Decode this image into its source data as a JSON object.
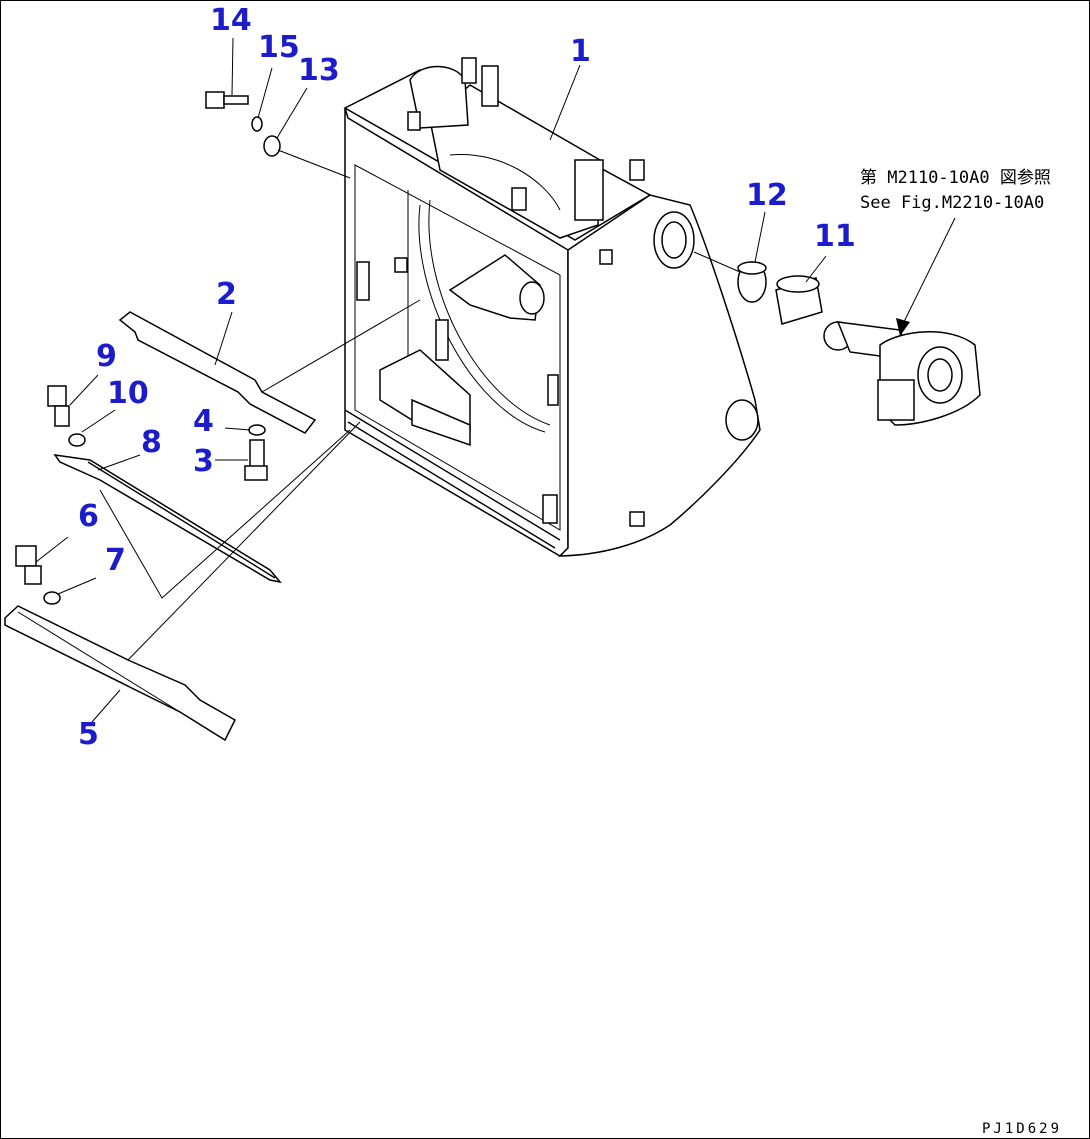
{
  "diagram": {
    "callouts": [
      {
        "id": "c1",
        "label": "1"
      },
      {
        "id": "c2",
        "label": "2"
      },
      {
        "id": "c3",
        "label": "3"
      },
      {
        "id": "c4",
        "label": "4"
      },
      {
        "id": "c5",
        "label": "5"
      },
      {
        "id": "c6",
        "label": "6"
      },
      {
        "id": "c7",
        "label": "7"
      },
      {
        "id": "c8",
        "label": "8"
      },
      {
        "id": "c9",
        "label": "9"
      },
      {
        "id": "c10",
        "label": "10"
      },
      {
        "id": "c11",
        "label": "11"
      },
      {
        "id": "c12",
        "label": "12"
      },
      {
        "id": "c13",
        "label": "13"
      },
      {
        "id": "c14",
        "label": "14"
      },
      {
        "id": "c15",
        "label": "15"
      }
    ],
    "reference_jp": "第 M2110-10A0 図参照",
    "reference_en": "See Fig.M2210-10A0",
    "figure_code": "PJ1D629"
  },
  "colors": {
    "callout": "#1c1ccc",
    "line": "#000000",
    "background": "#ffffff"
  }
}
